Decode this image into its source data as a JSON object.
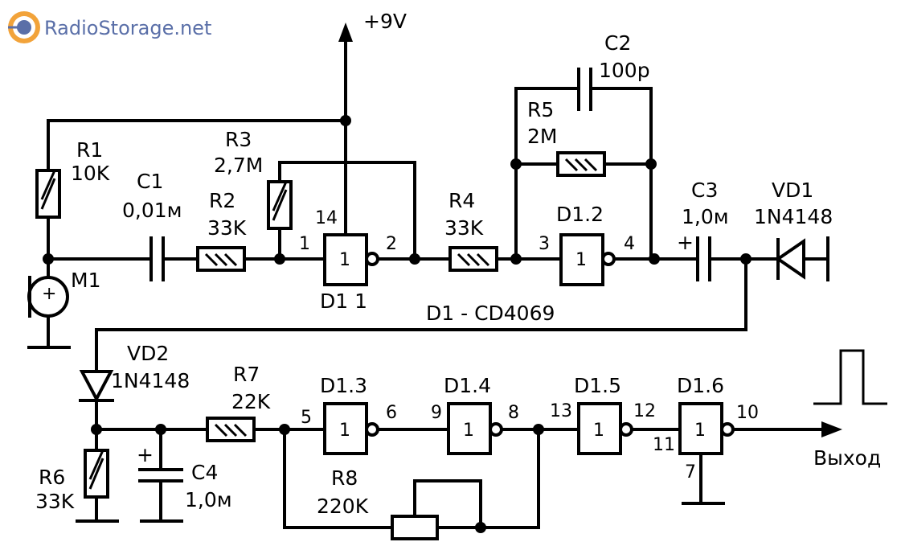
{
  "logo": {
    "text": "RadioStorage.net"
  },
  "supply": {
    "label": "+9V"
  },
  "chip_note": "D1 - CD4069",
  "output_label": "Выход",
  "components": {
    "R1": {
      "name": "R1",
      "value": "10K"
    },
    "R2": {
      "name": "R2",
      "value": "33K"
    },
    "R3": {
      "name": "R3",
      "value": "2,7M"
    },
    "R4": {
      "name": "R4",
      "value": "33K"
    },
    "R5": {
      "name": "R5",
      "value": "2M"
    },
    "R6": {
      "name": "R6",
      "value": "33K"
    },
    "R7": {
      "name": "R7",
      "value": "22K"
    },
    "R8": {
      "name": "R8",
      "value": "220K"
    },
    "C1": {
      "name": "C1",
      "value": "0,01м"
    },
    "C2": {
      "name": "C2",
      "value": "100p"
    },
    "C3": {
      "name": "C3",
      "value": "1,0м"
    },
    "C4": {
      "name": "C4",
      "value": "1,0м"
    },
    "VD1": {
      "name": "VD1",
      "value": "1N4148"
    },
    "VD2": {
      "name": "VD2",
      "value": "1N4148"
    },
    "M1": {
      "name": "M1"
    }
  },
  "gates": {
    "D1_1": {
      "name": "D1 1",
      "symbol": "1",
      "pin_in": "1",
      "pin_out": "2",
      "pin_vcc": "14"
    },
    "D1_2": {
      "name": "D1.2",
      "symbol": "1",
      "pin_in": "3",
      "pin_out": "4"
    },
    "D1_3": {
      "name": "D1.3",
      "symbol": "1",
      "pin_in": "5",
      "pin_out": "6"
    },
    "D1_4": {
      "name": "D1.4",
      "symbol": "1",
      "pin_in": "9",
      "pin_out": "8"
    },
    "D1_5": {
      "name": "D1.5",
      "symbol": "1",
      "pin_in": "13",
      "pin_out": "12"
    },
    "D1_6": {
      "name": "D1.6",
      "symbol": "1",
      "pin_in": "11",
      "pin_out": "10",
      "pin_gnd": "7"
    }
  },
  "polarity": {
    "plus": "+"
  }
}
